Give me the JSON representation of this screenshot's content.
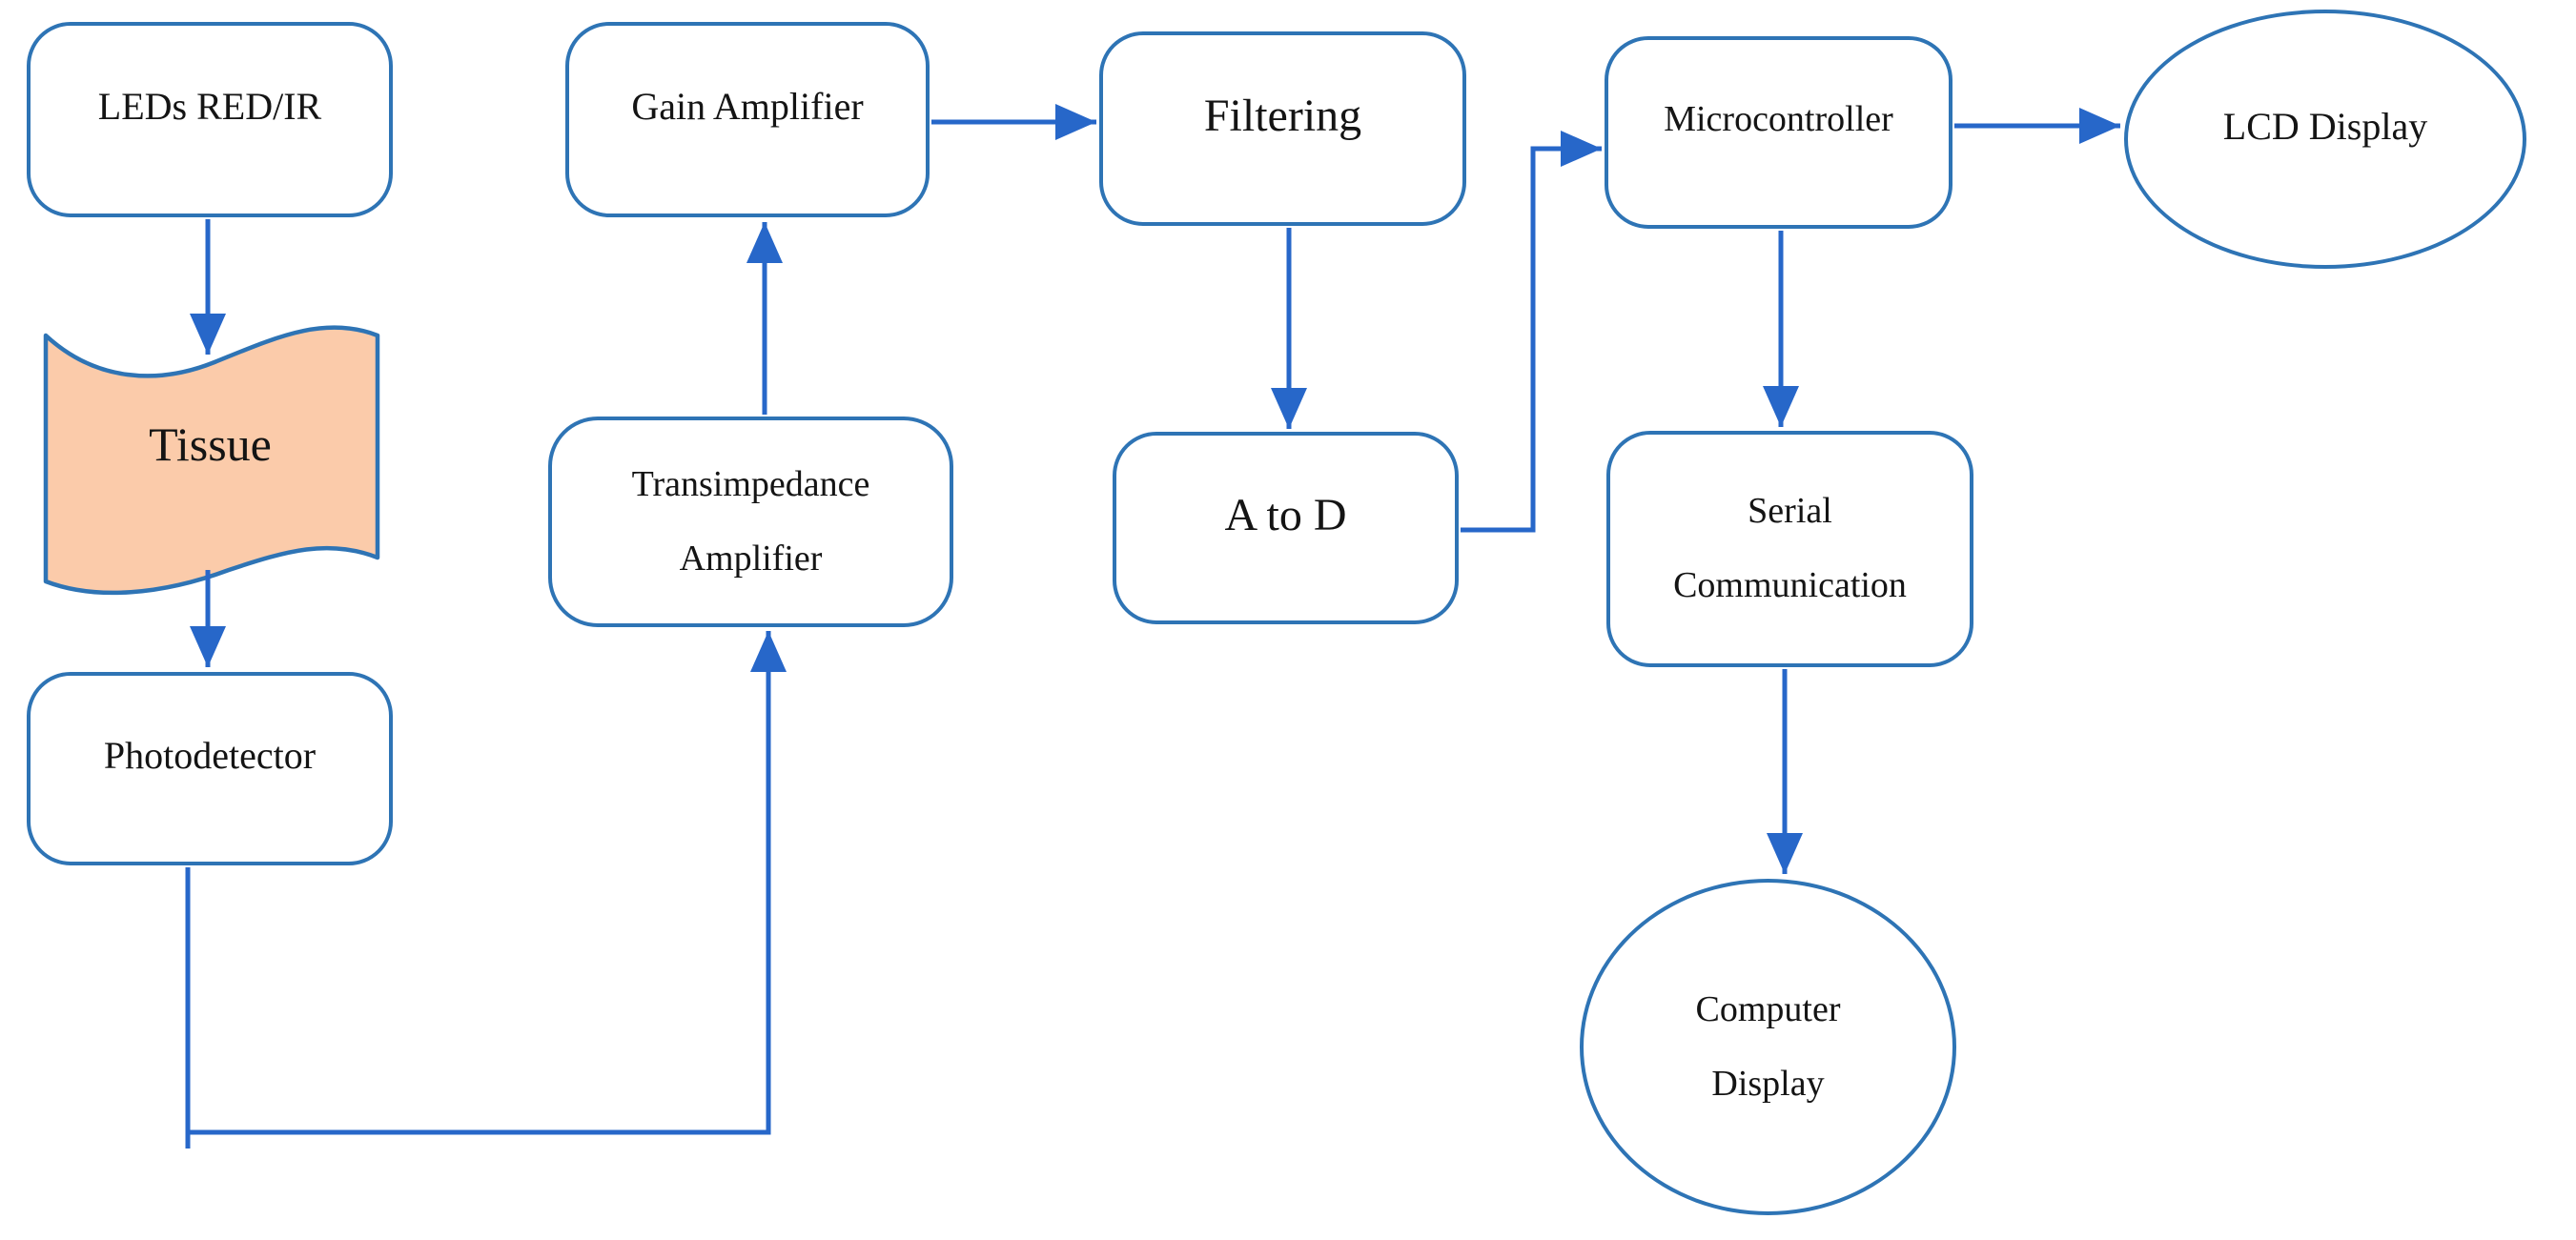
{
  "diagram": {
    "type": "block-flow-diagram",
    "background": "#ffffff"
  },
  "colors": {
    "box_border": "#2e74b5",
    "arrow": "#2767c9",
    "tissue_fill": "#fbcbaa",
    "text": "#141414",
    "node_fill": "#ffffff"
  },
  "nodes": {
    "leds": {
      "label": "LEDs RED/IR",
      "shape": "rounded-rectangle"
    },
    "tissue": {
      "label": "Tissue",
      "shape": "wave",
      "fill": "#fbcbaa"
    },
    "photodetector": {
      "label": "Photodetector",
      "shape": "rounded-rectangle"
    },
    "gain": {
      "label": "Gain Amplifier",
      "shape": "rounded-rectangle"
    },
    "transimpedance": {
      "lines": [
        "Transimpedance",
        "Amplifier"
      ],
      "shape": "rounded-rectangle"
    },
    "filtering": {
      "label": "Filtering",
      "shape": "rounded-rectangle"
    },
    "atod": {
      "label": "A to D",
      "shape": "rounded-rectangle"
    },
    "micro": {
      "label": "Microcontroller",
      "shape": "rounded-rectangle"
    },
    "lcd": {
      "label": "LCD Display",
      "shape": "ellipse"
    },
    "serial": {
      "lines": [
        "Serial",
        "Communication"
      ],
      "shape": "rounded-rectangle"
    },
    "computer": {
      "lines": [
        "Computer",
        "Display"
      ],
      "shape": "ellipse"
    }
  },
  "edges": [
    {
      "from": "LEDs RED/IR",
      "to": "Tissue"
    },
    {
      "from": "Tissue",
      "to": "Photodetector"
    },
    {
      "from": "Photodetector",
      "to": "Transimpedance Amplifier"
    },
    {
      "from": "Transimpedance Amplifier",
      "to": "Gain Amplifier"
    },
    {
      "from": "Gain Amplifier",
      "to": "Filtering"
    },
    {
      "from": "Filtering",
      "to": "A to D"
    },
    {
      "from": "A to D",
      "to": "Microcontroller"
    },
    {
      "from": "Microcontroller",
      "to": "LCD Display"
    },
    {
      "from": "Microcontroller",
      "to": "Serial Communication"
    },
    {
      "from": "Serial Communication",
      "to": "Computer Display"
    }
  ]
}
